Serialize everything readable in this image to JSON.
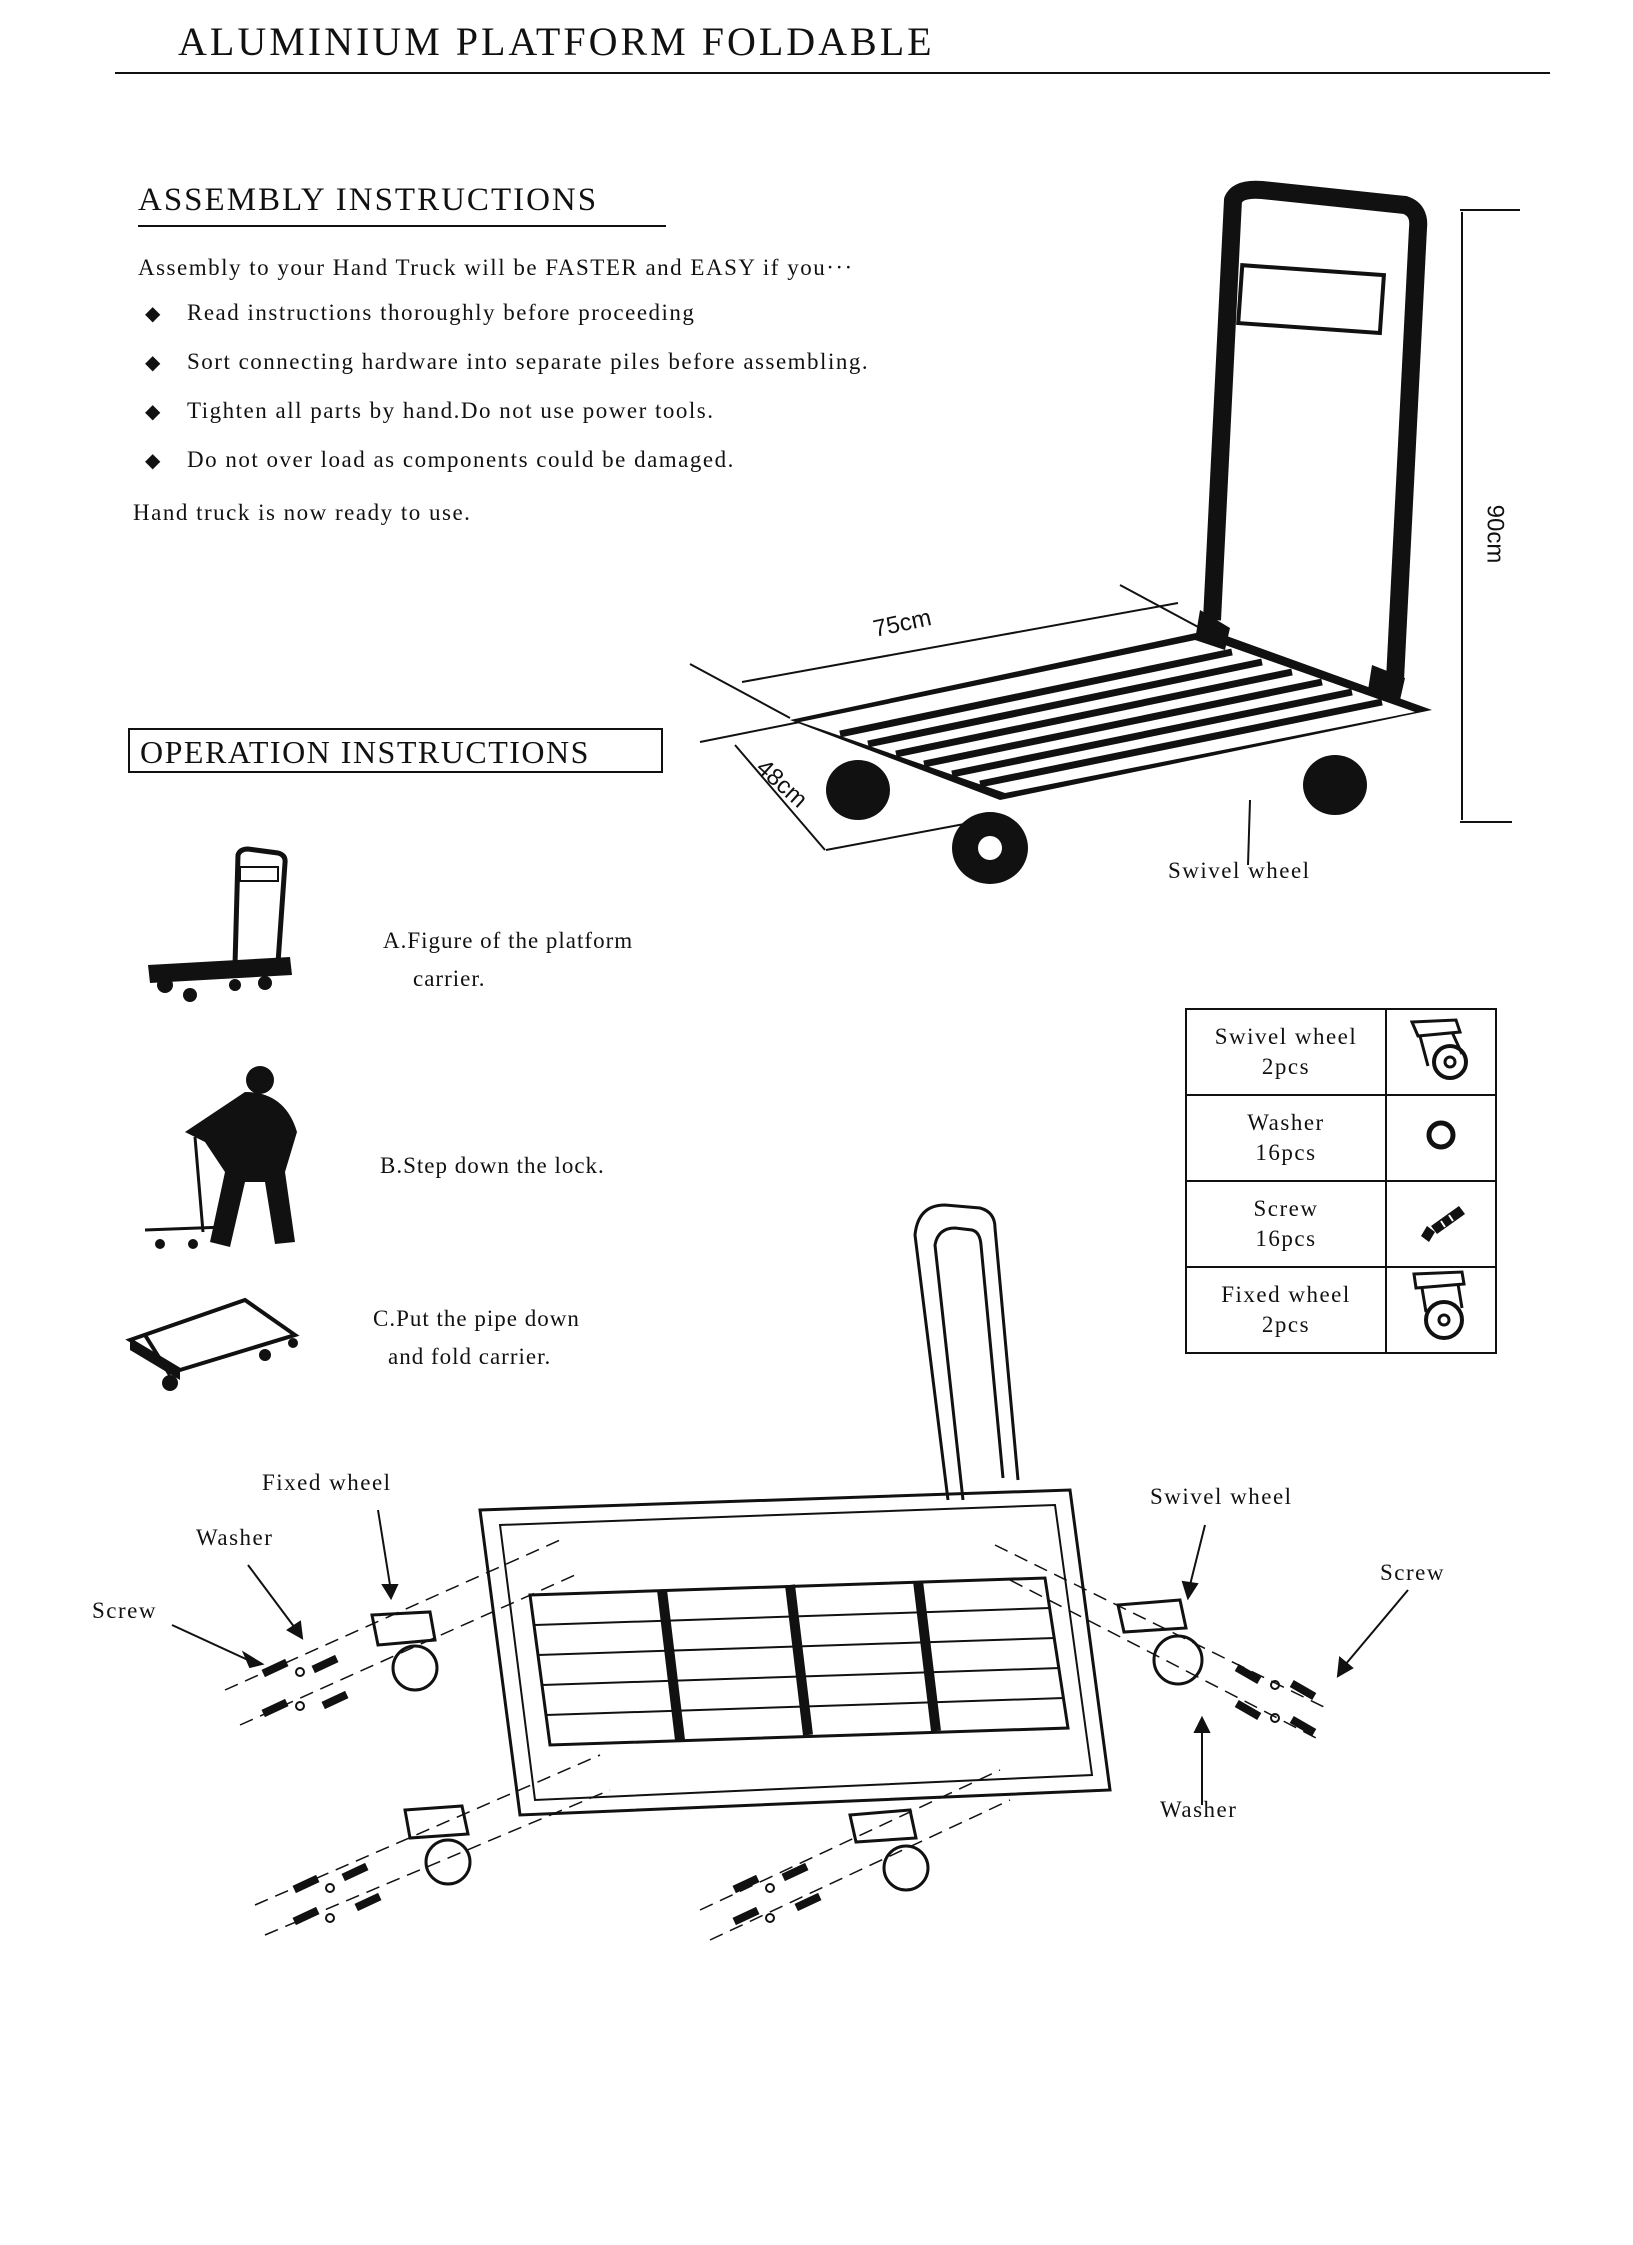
{
  "title": "ALUMINIUM PLATFORM FOLDABLE",
  "assembly": {
    "heading": "ASSEMBLY INSTRUCTIONS",
    "intro": "Assembly to your Hand Truck will be FASTER and EASY if you···",
    "bullets": [
      "Read instructions thoroughly before proceeding",
      "Sort connecting hardware into separate piles before assembling.",
      "Tighten all parts by hand.Do not use power tools.",
      "Do not over load as components could be damaged."
    ],
    "outro": "Hand truck is now ready to use."
  },
  "dimensions": {
    "length": "75cm",
    "width": "48cm",
    "height": "90cm",
    "wheel_label": "Swivel wheel"
  },
  "operation": {
    "heading": "OPERATION INSTRUCTIONS",
    "steps": [
      {
        "line1": "A.Figure of the platform",
        "line2": "carrier."
      },
      {
        "line1": "B.Step down the lock.",
        "line2": ""
      },
      {
        "line1": "C.Put the pipe down",
        "line2": "and fold carrier."
      }
    ]
  },
  "parts": [
    {
      "name": "Swivel wheel",
      "qty": "2pcs",
      "icon": "swivel-wheel-icon"
    },
    {
      "name": "Washer",
      "qty": "16pcs",
      "icon": "washer-icon"
    },
    {
      "name": "Screw",
      "qty": "16pcs",
      "icon": "screw-icon"
    },
    {
      "name": "Fixed wheel",
      "qty": "2pcs",
      "icon": "fixed-wheel-icon"
    }
  ],
  "diagram_labels": {
    "fixed_wheel": "Fixed wheel",
    "washer_left": "Washer",
    "screw_left": "Screw",
    "swivel_wheel": "Swivel wheel",
    "screw_right": "Screw",
    "washer_right": "Washer"
  }
}
